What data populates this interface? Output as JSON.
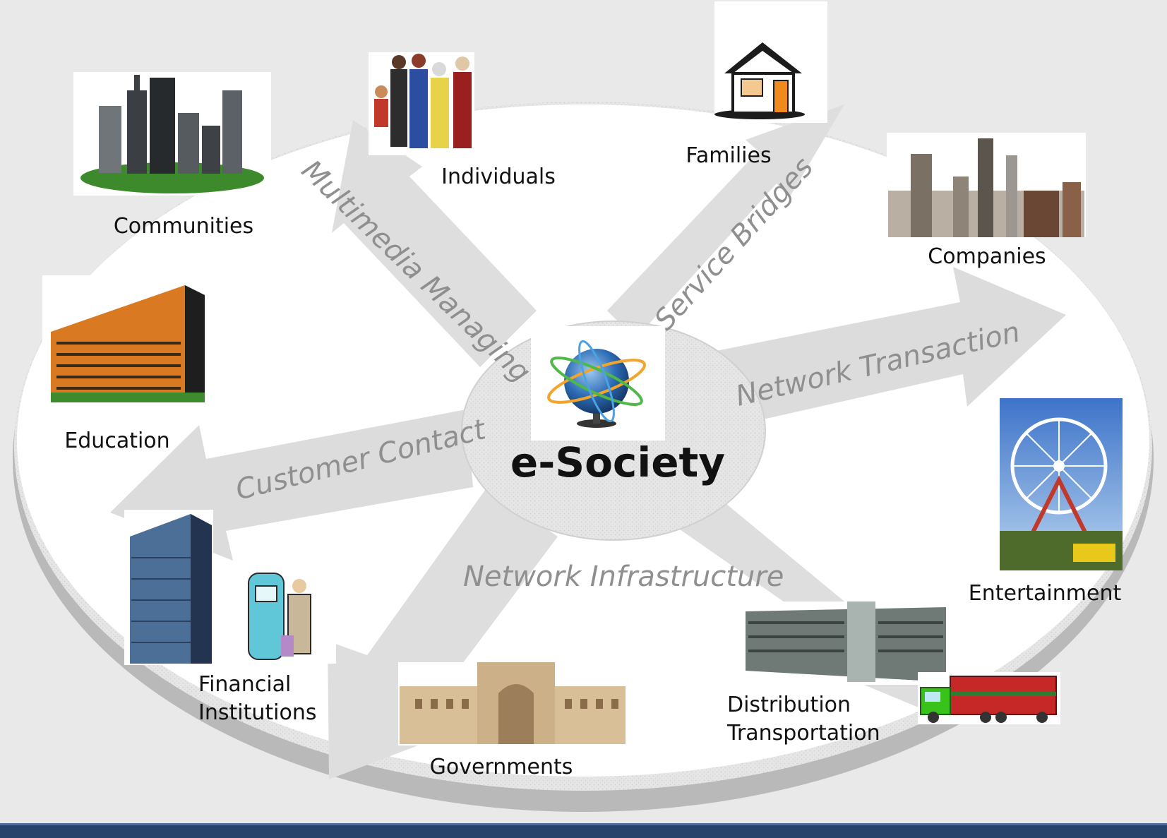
{
  "center": {
    "label": "e-Society"
  },
  "arrows": {
    "multimedia": "Multimedia Managing",
    "service": "Service Bridges",
    "transaction": "Network Transaction",
    "customer": "Customer Contact",
    "infrastructure": "Network Infrastructure"
  },
  "nodes": {
    "communities": "Communities",
    "individuals": "Individuals",
    "families": "Families",
    "companies": "Companies",
    "education": "Education",
    "entertainment": "Entertainment",
    "financial_line1": "Financial",
    "financial_line2": "Institutions",
    "governments": "Governments",
    "distribution_line1": "Distribution",
    "distribution_line2": "Transportation"
  },
  "colors": {
    "background": "#e9e9e9",
    "disc": "#ffffff",
    "disc_rim": "#c9c9c9",
    "arrow": "#dcdcdc",
    "footer_bar": "#27436a"
  }
}
